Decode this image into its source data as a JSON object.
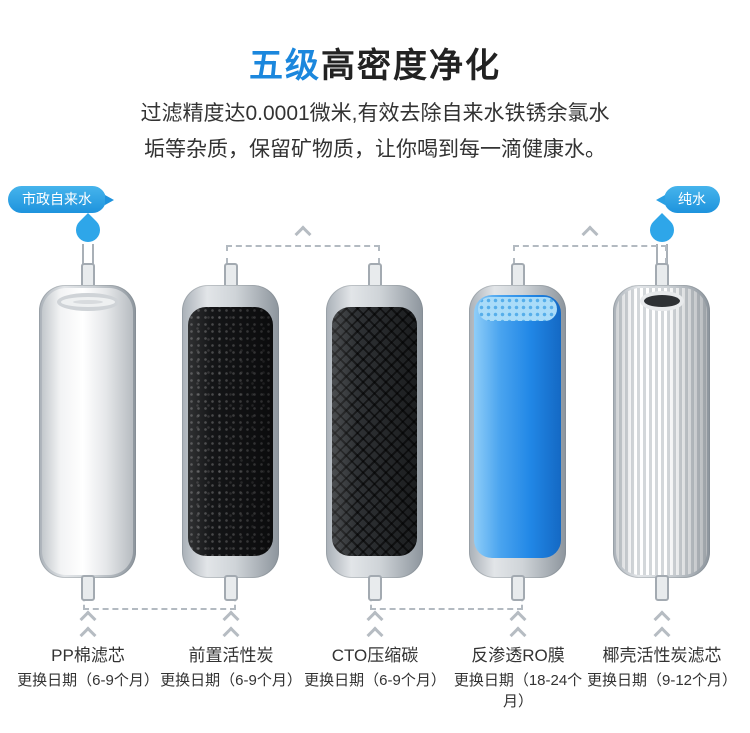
{
  "title": {
    "highlight": "五级",
    "rest": "高密度净化"
  },
  "subtitle": {
    "line1": "过滤精度达0.0001微米,有效去除自来水铁锈余氯水",
    "line2": "垢等杂质，保留矿物质，让你喝到每一滴健康水。"
  },
  "flow": {
    "inlet_label": "市政自来水",
    "outlet_label": "纯水"
  },
  "stages": [
    {
      "name": "PP棉滤芯",
      "cycle": "更换日期（6-9个月）",
      "media": "pp-cotton"
    },
    {
      "name": "前置活性炭",
      "cycle": "更换日期（6-9个月）",
      "media": "granular-activated-carbon"
    },
    {
      "name": "CTO压缩碳",
      "cycle": "更换日期（6-9个月）",
      "media": "cto-compressed-carbon"
    },
    {
      "name": "反渗透RO膜",
      "cycle": "更换日期（18-24个月）",
      "media": "reverse-osmosis-membrane"
    },
    {
      "name": "椰壳活性炭滤芯",
      "cycle": "更换日期（9-12个月）",
      "media": "coconut-shell-carbon"
    }
  ],
  "colors": {
    "accent_blue": "#1b87dd",
    "badge_blue": "#2ea6e9",
    "droplet_blue": "#2ea6e9",
    "ro_blue": "#2187e6",
    "text_dark": "#333333",
    "pipe_gray": "#b3bac1"
  }
}
